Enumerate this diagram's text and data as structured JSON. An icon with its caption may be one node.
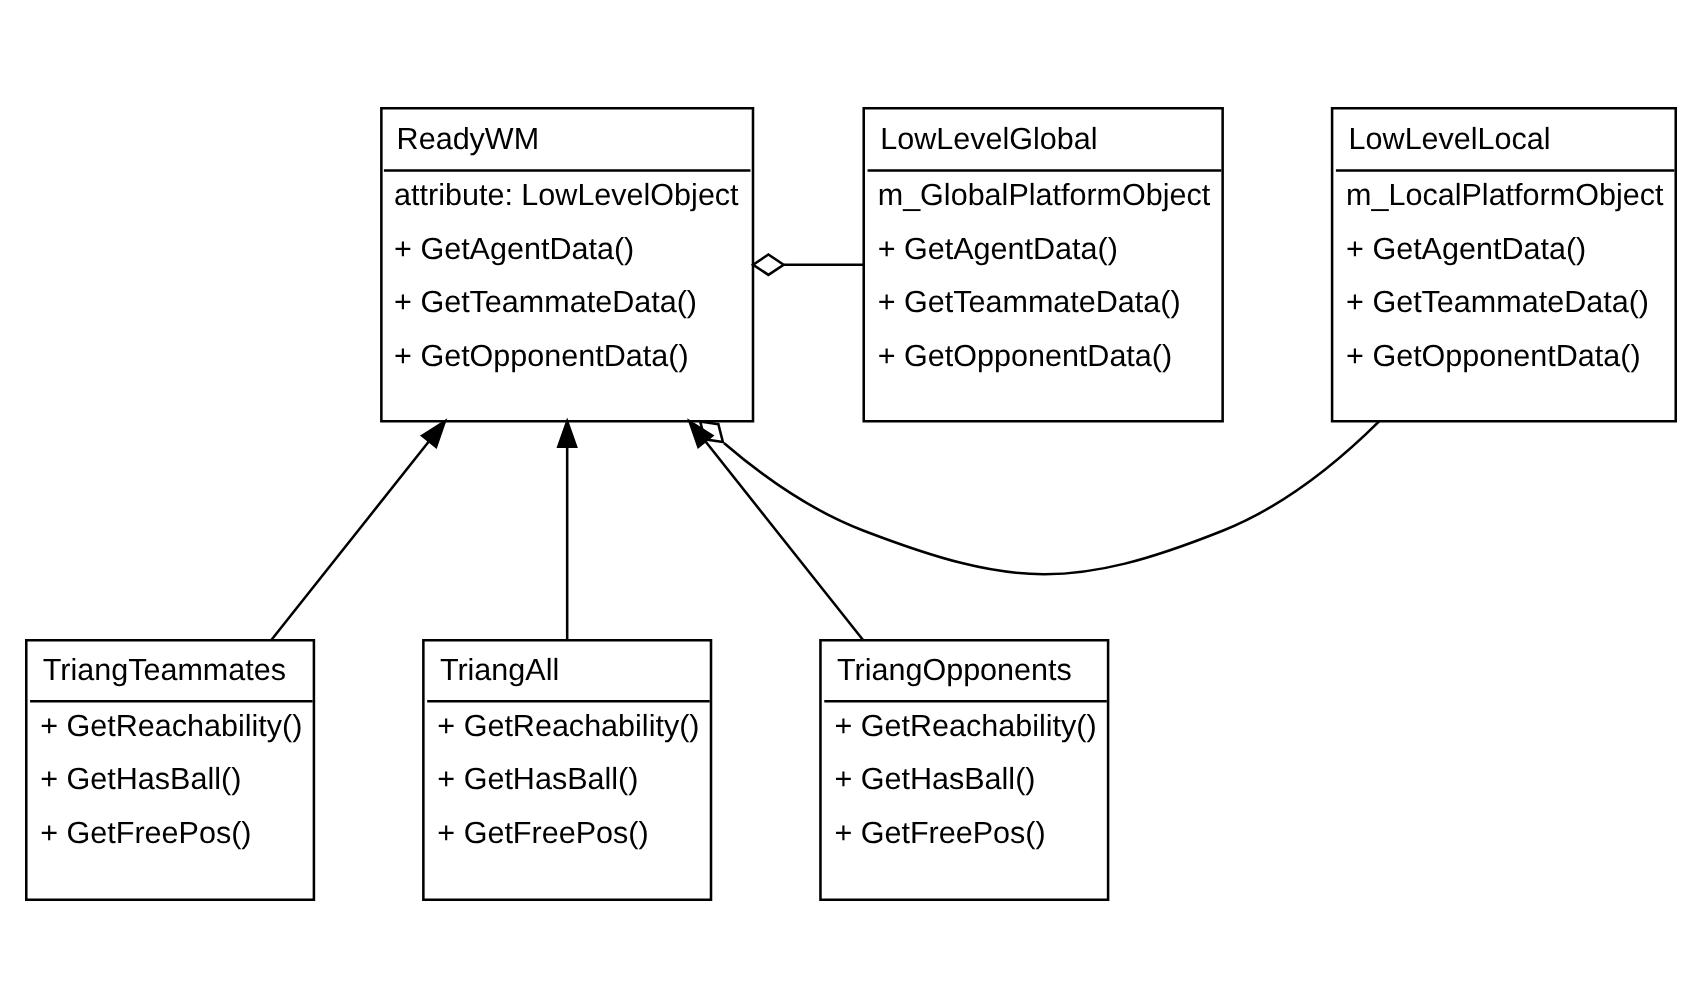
{
  "diagram": {
    "nodes": [
      {
        "text": [
          "ReadyWM",
          "attribute: LowLevelObject",
          "+ GetAgentData()",
          "+ GetTeammateData()",
          "+ GetOpponentData()"
        ]
      },
      {
        "text": [
          "LowLevelGlobal",
          "m_GlobalPlatformObject",
          "+ GetAgentData()",
          "+ GetTeammateData()",
          "+ GetOpponentData()"
        ]
      },
      {
        "text": [
          "LowLevelLocal",
          "m_LocalPlatformObject",
          "+ GetAgentData()",
          "+ GetTeammateData()",
          "+ GetOpponentData()"
        ]
      },
      {
        "text": [
          "TriangTeammates",
          "+ GetReachability()",
          "+ GetHasBall()",
          "+ GetFreePos()"
        ]
      },
      {
        "text": [
          "TriangAll",
          "+ GetReachability()",
          "+ GetHasBall()",
          "+ GetFreePos()"
        ]
      },
      {
        "text": [
          "TriangOpponents",
          "+ GetReachability()",
          "+ GetHasBall()",
          "+ GetFreePos()"
        ]
      }
    ],
    "edges": [
      {
        "from": 1,
        "to": 0,
        "arrow": "other"
      },
      {
        "from": 2,
        "to": 0,
        "arrow": "other"
      },
      {
        "from": 3,
        "to": 0,
        "arrow": "to"
      },
      {
        "from": 4,
        "to": 0,
        "arrow": "to"
      },
      {
        "from": 5,
        "to": 0,
        "arrow": "to"
      }
    ]
  }
}
